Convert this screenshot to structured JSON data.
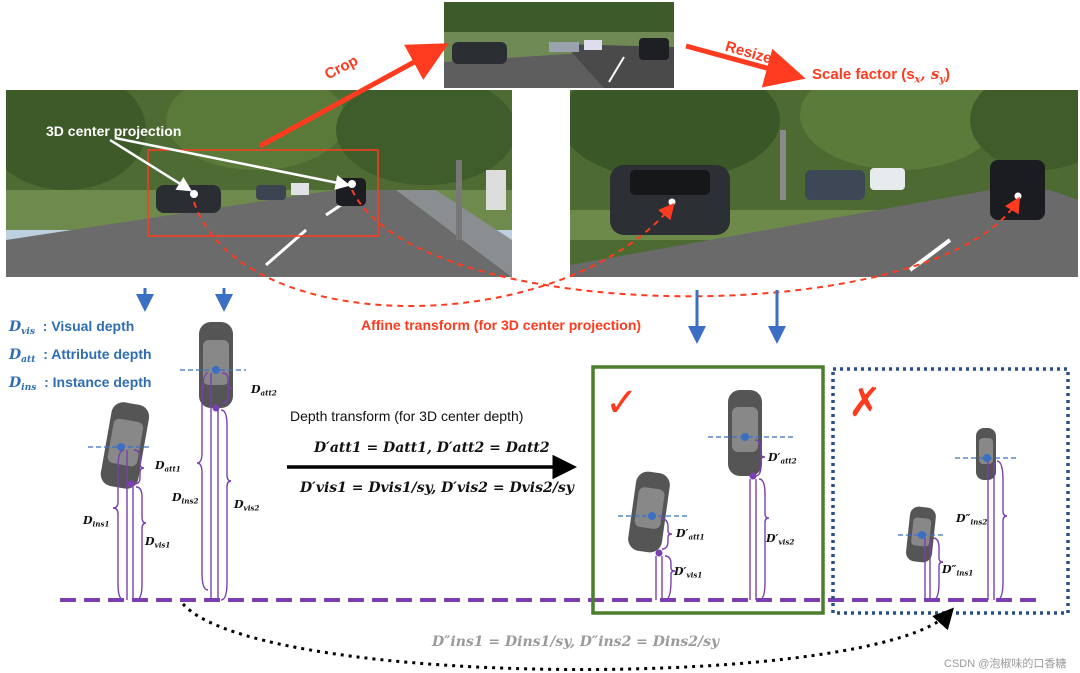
{
  "labels": {
    "crop": "Crop",
    "resize": "Resize",
    "scale_factor": "Scale factor (s",
    "center_projection": "3D center projection",
    "affine": "Affine transform (for 3D center projection)",
    "depth_transform": "Depth transform (for 3D center depth)",
    "watermark": "CSDN @泡椒味的口香糖"
  },
  "legend": [
    {
      "symbol": "D",
      "sub": "vis",
      "text": ": Visual depth"
    },
    {
      "symbol": "D",
      "sub": "att",
      "text": ": Attribute depth"
    },
    {
      "symbol": "D",
      "sub": "ins",
      "text": ": Instance depth"
    }
  ],
  "marks": {
    "check": "✓",
    "cross": "✗"
  },
  "equations": {
    "att": "D′att1 = Datt1,  D′att2 = Datt2",
    "vis": "D′vis1 = Dvis1/sy,  D′vis2 = Dvis2/sy",
    "ins": "D″ins1 = Dins1/sy,  D″ins2 = Dins2/sy"
  },
  "car_labels": {
    "left_att1": "D",
    "left_att1_sub": "att1",
    "left_att2": "D",
    "left_att2_sub": "att2",
    "left_ins1": "D",
    "left_ins1_sub": "ins1",
    "left_ins2": "D",
    "left_ins2_sub": "ins2",
    "left_vis1": "D",
    "left_vis1_sub": "vis1",
    "left_vis2": "D",
    "left_vis2_sub": "vis2",
    "mid_att1": "D′",
    "mid_att1_sub": "att1",
    "mid_att2": "D′",
    "mid_att2_sub": "att2",
    "mid_vis1": "D′",
    "mid_vis1_sub": "vis1",
    "mid_vis2": "D′",
    "mid_vis2_sub": "vis2",
    "right_ins1": "D″",
    "right_ins1_sub": "ins1",
    "right_ins2": "D″",
    "right_ins2_sub": "ins2"
  },
  "colors": {
    "red": "#ff3b1f",
    "blue": "#2f6db3",
    "purple": "#7a3fb0",
    "green": "#4a7f2c",
    "navy": "#284f86"
  }
}
